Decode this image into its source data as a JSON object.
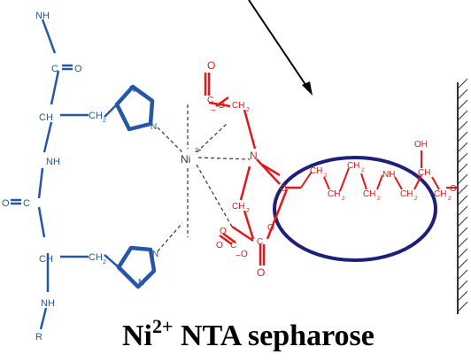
{
  "peptide": {
    "labels": {
      "nh_top": "NH",
      "c_o_top": "C",
      "o_top": "O",
      "ch_top": "CH",
      "ch2_top": "CH",
      "nh_mid": "NH",
      "c_mid": "C",
      "o_mid": "O",
      "ch_bottom": "CH",
      "ch2_bottom": "CH",
      "nh_bottom": "NH",
      "r": "R",
      "imid_n1": "N",
      "imid_n2": "N",
      "imid_n3": "N",
      "imid_n4": "N",
      "sub2": "2"
    }
  },
  "nta": {
    "labels": {
      "ni": "Ni",
      "charge": "2+",
      "o_a": "O",
      "o_b": "O",
      "o_c": "O",
      "o_d": "O",
      "o_e": "O",
      "o_f": "O",
      "o_g": "O",
      "c_a": "C",
      "c_b": "C",
      "c_c": "C",
      "c_d": "C",
      "n": "N",
      "ch2_a": "CH",
      "ch2_b": "CH",
      "minus": "−",
      "sub2": "2"
    }
  },
  "linker": {
    "labels": {
      "ch2": "CH",
      "nh": "NH",
      "oh": "OH",
      "ch": "CH",
      "o": "O",
      "sub2": "2"
    }
  },
  "caption": {
    "prefix": "Ni",
    "superscript": "2+",
    "suffix": " NTA sepharose"
  },
  "colors": {
    "peptide": "#2457a8",
    "nta": "#e0191c",
    "coordination": "#333333",
    "highlight_ellipse": "#1f1f7a",
    "arrow": "#000000"
  }
}
